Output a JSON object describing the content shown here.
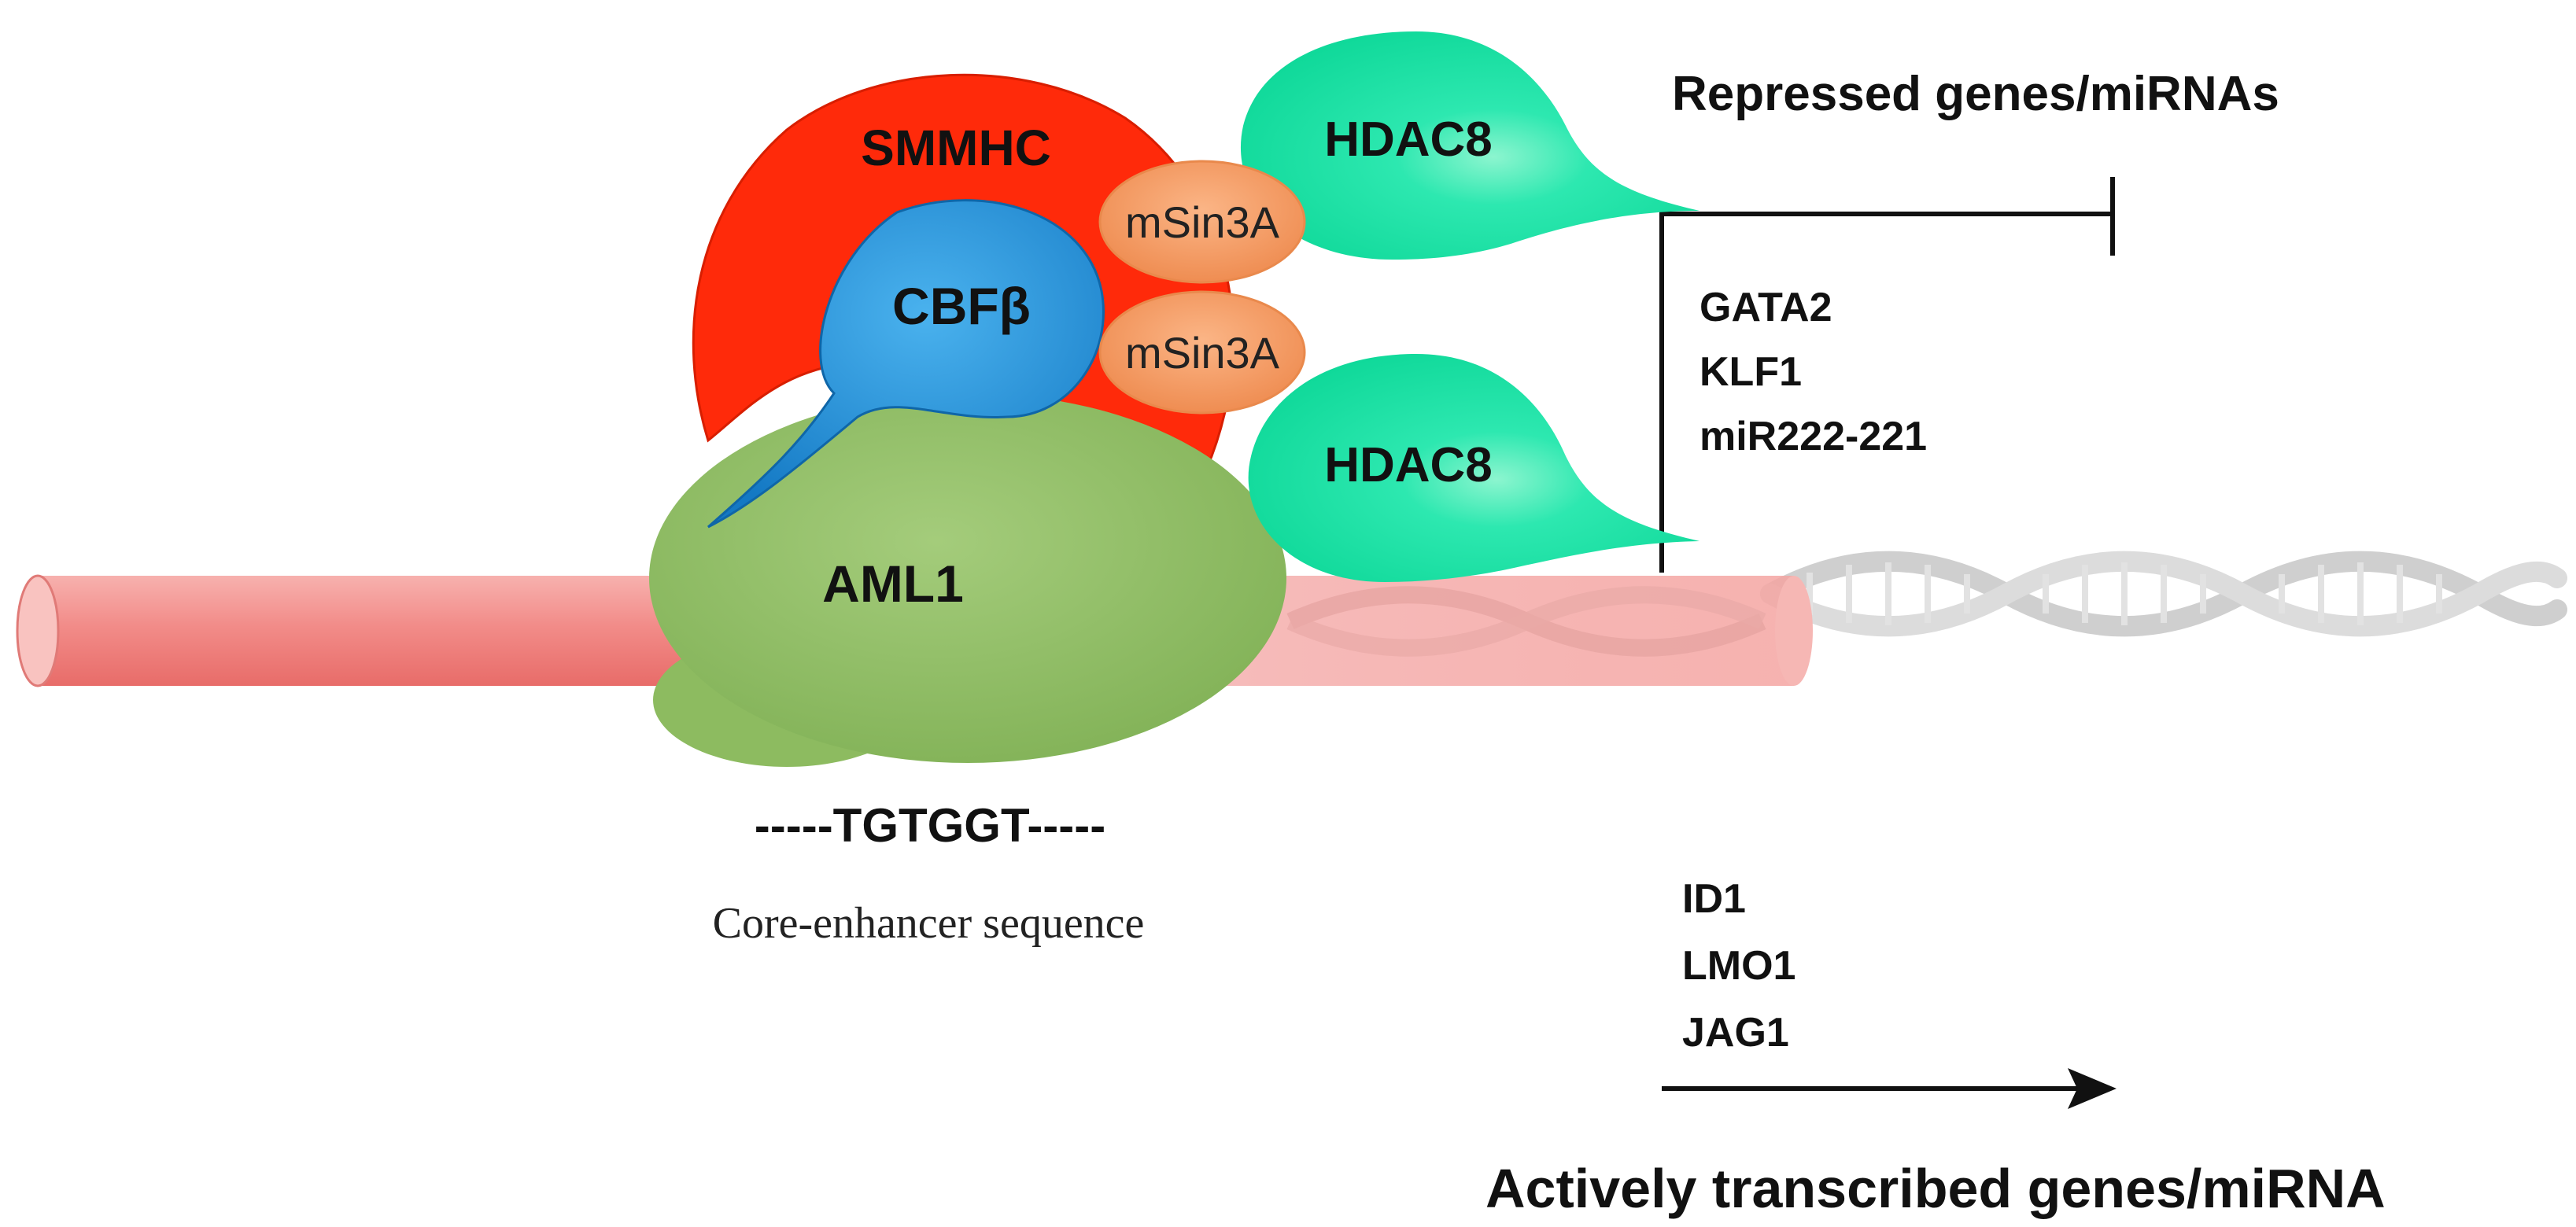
{
  "diagram": {
    "repressed_title": "Repressed genes/miRNAs",
    "repressed_genes": [
      "GATA2",
      "KLF1",
      "miR222-221"
    ],
    "active_title": "Actively transcribed genes/miRNA",
    "active_genes": [
      "ID1",
      "LMO1",
      "JAG1"
    ],
    "proteins": {
      "smmhc": "SMMHC",
      "cbfb": "CBFβ",
      "aml1": "AML1",
      "msin3a_top": "mSin3A",
      "msin3a_bottom": "mSin3A",
      "hdac8_top": "HDAC8",
      "hdac8_bottom": "HDAC8"
    },
    "sequence": "-----TGTGGT-----",
    "sequence_caption": "Core-enhancer sequence"
  },
  "colors": {
    "smmhc": "#ff2a0a",
    "cbfb": "#1e8fd6",
    "aml1": "#8dbb60",
    "msin3a": "#f39a63",
    "hdac8": "#1de3a4",
    "dna_cylinder": "#f08a88",
    "dna_helix": "#d0d0d0"
  }
}
